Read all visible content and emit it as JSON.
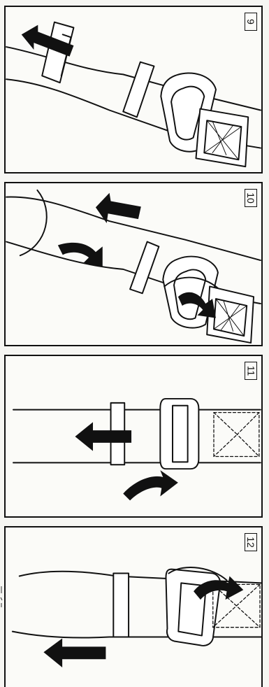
{
  "panels": [
    {
      "step": "9"
    },
    {
      "step": "10"
    },
    {
      "step": "11"
    },
    {
      "step": "12"
    }
  ]
}
